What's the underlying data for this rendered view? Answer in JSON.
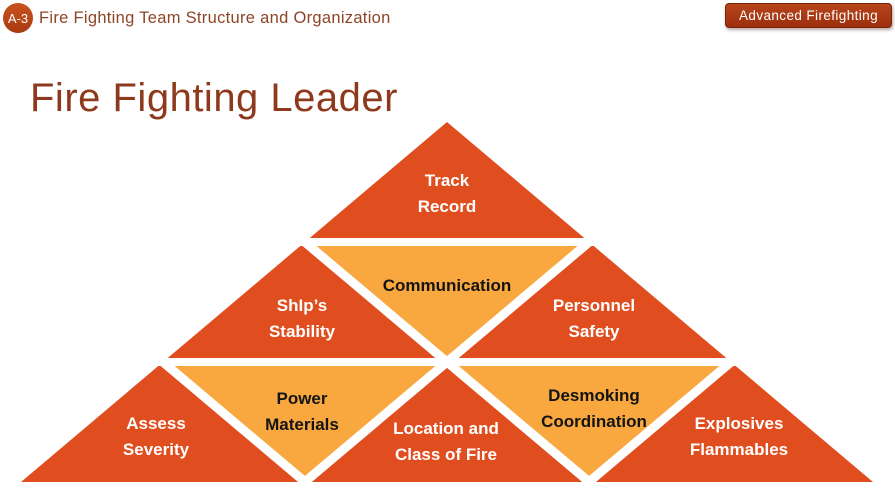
{
  "header": {
    "badge": "A-3",
    "title": "Fire Fighting Team Structure and Organization",
    "button_label": "Advanced Firefighting"
  },
  "slide": {
    "title": "Fire Fighting Leader"
  },
  "pyramid": {
    "track_record": "Track\nRecord",
    "communication": "Communication",
    "ships_stability": "ShIp’s\nStability",
    "personnel_safety": "Personnel\nSafety",
    "assess_severity": "Assess\nSeverity",
    "power_materials": "Power\nMaterials",
    "location_class_of_fire": "Location and\nClass of Fire",
    "desmoking_coordination": "Desmoking\nCoordination",
    "explosives_flammables": "Explosives\nFlammables"
  },
  "colors": {
    "triangle_orange": "#e04e1f",
    "triangle_amber": "#f8a83f",
    "title_maroon": "#8e391c",
    "header_maroon": "#8d4527",
    "button_red": "#9d2f0d",
    "badge_orange": "#b5441a",
    "label_light": "#ffffff",
    "label_dark": "#141414"
  }
}
